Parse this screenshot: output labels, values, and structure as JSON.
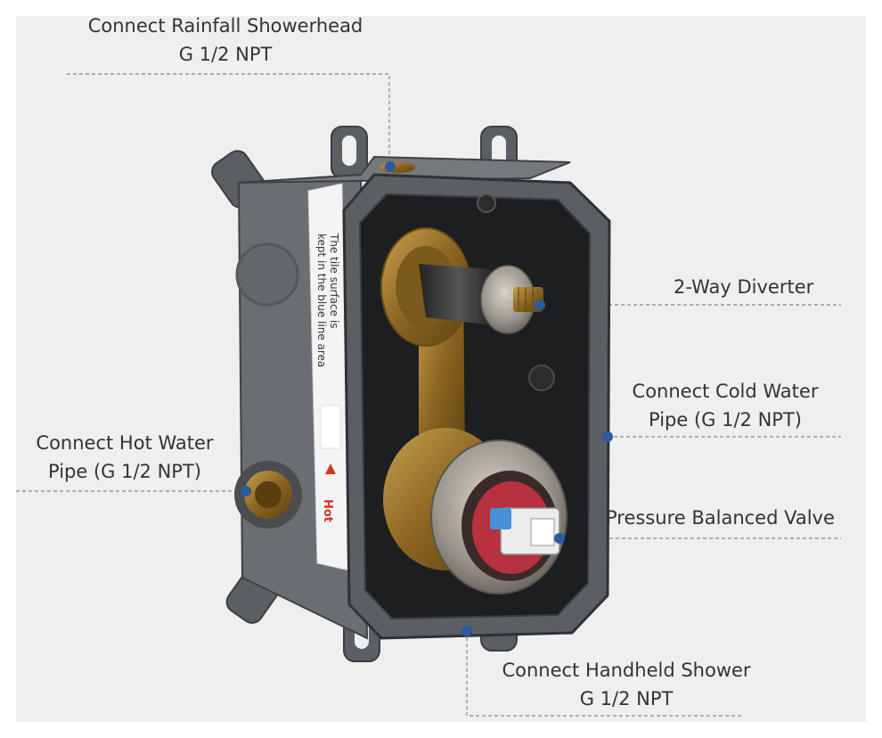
{
  "accent_color": "#2e5a9e",
  "leader_color": "#9a9a9a",
  "callouts": {
    "rainfall_showerhead": {
      "line1": "Connect Rainfall Showerhead",
      "line2": "G 1/2 NPT"
    },
    "diverter": {
      "line1": "2-Way Diverter"
    },
    "cold_water": {
      "line1": "Connect Cold Water",
      "line2": "Pipe (G 1/2 NPT)"
    },
    "hot_water": {
      "line1": "Connect Hot Water",
      "line2": "Pipe (G 1/2 NPT)"
    },
    "pressure_valve": {
      "line1": "Pressure Balanced Valve"
    },
    "handheld_shower": {
      "line1": "Connect Handheld Shower",
      "line2": "G 1/2 NPT"
    }
  },
  "product_label": {
    "line1": "The tile surface is",
    "line2": "kept in the blue line area",
    "hot_marker": "Hot"
  }
}
